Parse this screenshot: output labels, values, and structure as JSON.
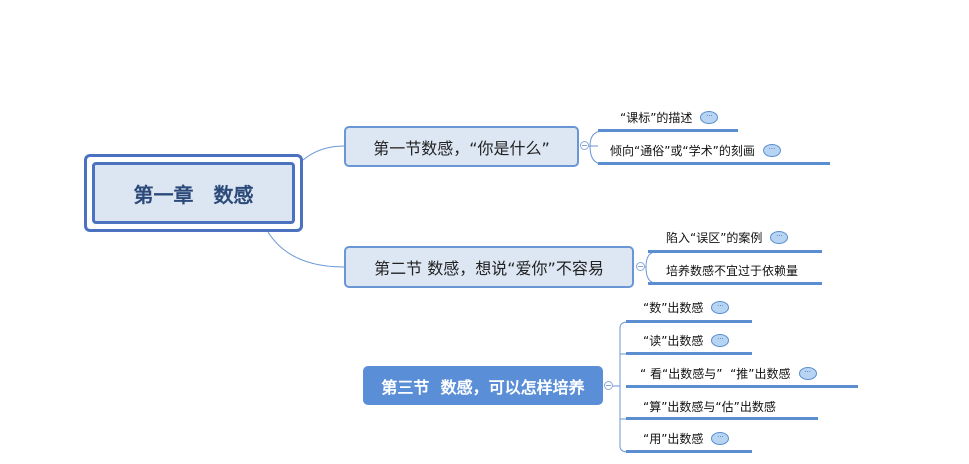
{
  "root": {
    "label": "第一章　数感"
  },
  "sections": [
    {
      "label": "第一节数感，“你是什么”",
      "children": [
        {
          "label": "“课标”的描述",
          "note": true
        },
        {
          "label": "倾向“通俗”或“学术”的刻画",
          "note": true
        }
      ]
    },
    {
      "label": "第二节 数感，想说“爱你”不容易",
      "children": [
        {
          "label": "陷入“误区”的案例",
          "note": true
        },
        {
          "label": "培养数感不宜过于依赖量",
          "note": false
        }
      ]
    },
    {
      "label": "第三节  数感，可以怎样培养",
      "children": [
        {
          "label": "“数”出数感",
          "note": true
        },
        {
          "label": "“读”出数感",
          "note": true
        },
        {
          "label": "“ 看“出数感与”  “推”出数感",
          "note": true
        },
        {
          "label": "“算”出数感与“估”出数感",
          "note": false
        },
        {
          "label": "“用”出数感",
          "note": true
        }
      ]
    }
  ],
  "colors": {
    "accent": "#5b8ed0",
    "node_fill": "#dce6f2"
  }
}
